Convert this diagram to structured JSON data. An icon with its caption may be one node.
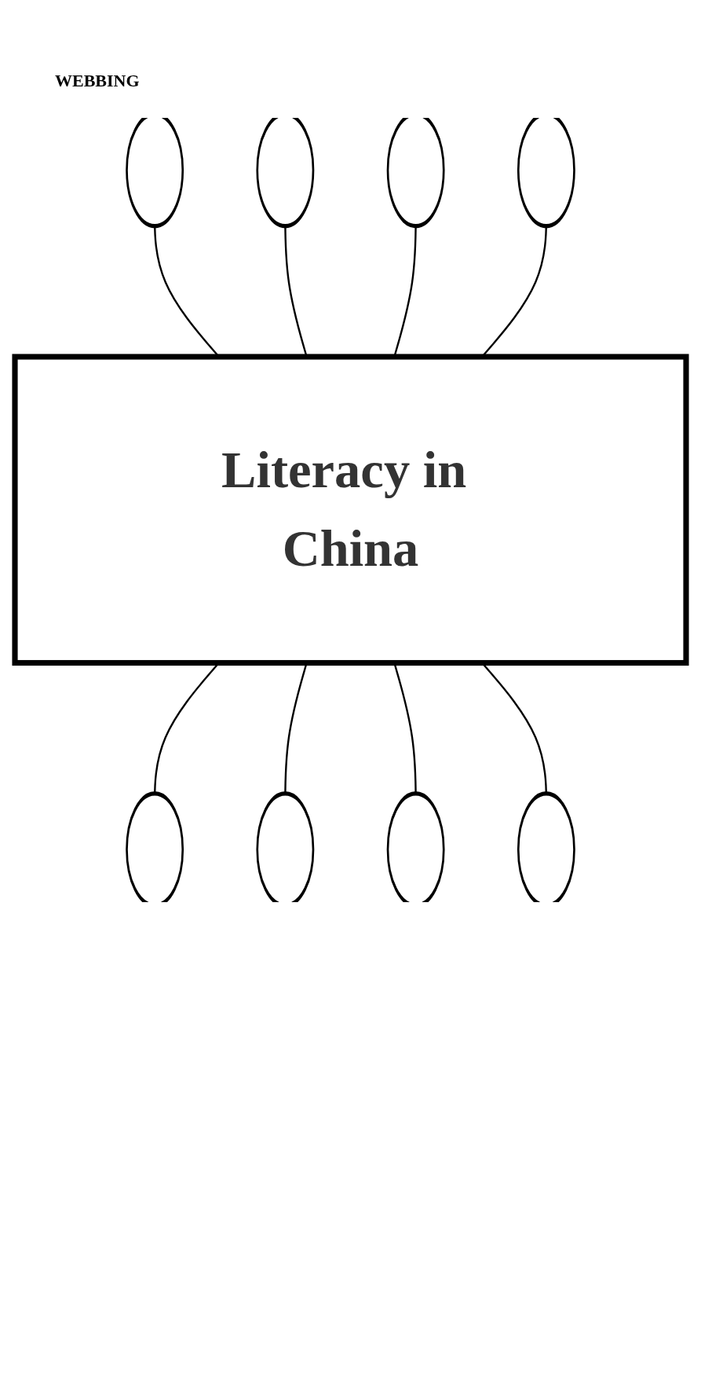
{
  "diagram": {
    "title": "WEBBING",
    "nodes": [
      {
        "text": [],
        "shape": "ellipse"
      },
      {
        "text": [],
        "shape": "ellipse"
      },
      {
        "text": [],
        "shape": "ellipse"
      },
      {
        "text": [],
        "shape": "ellipse"
      },
      {
        "text": [
          "Literacy in China"
        ]
      },
      {
        "text": [],
        "shape": "ellipse"
      },
      {
        "text": [],
        "shape": "ellipse"
      },
      {
        "text": [],
        "shape": "ellipse"
      },
      {
        "text": [],
        "shape": "ellipse"
      }
    ],
    "edges": [
      {
        "from": 0,
        "to": 4,
        "arrow": "none"
      },
      {
        "from": 1,
        "to": 4,
        "arrow": "none"
      },
      {
        "from": 2,
        "to": 4,
        "arrow": "none"
      },
      {
        "from": 3,
        "to": 4,
        "arrow": "none"
      },
      {
        "from": 4,
        "to": 5,
        "arrow": "none"
      },
      {
        "from": 4,
        "to": 6,
        "arrow": "none"
      },
      {
        "from": 4,
        "to": 7,
        "arrow": "none"
      },
      {
        "from": 4,
        "to": 8,
        "arrow": "none"
      }
    ]
  }
}
